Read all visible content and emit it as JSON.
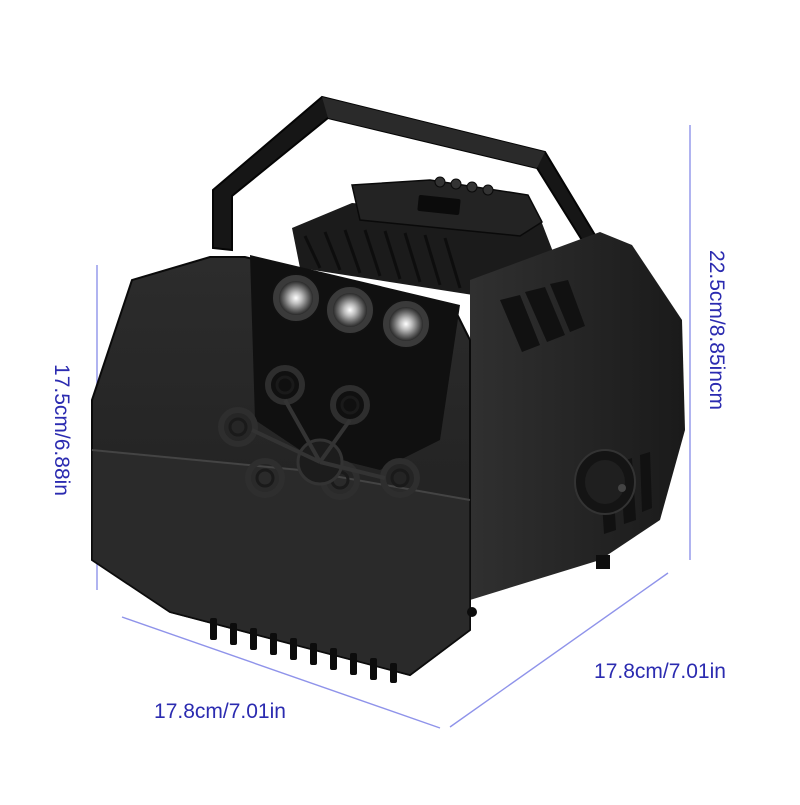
{
  "dimensions": {
    "height_left": "17.5cm/6.88in",
    "height_right": "22.5cm/8.85incm",
    "width_front": "17.8cm/7.01in",
    "depth_side": "17.8cm/7.01in"
  },
  "colors": {
    "dimension_text": "#2b2bb0",
    "dimension_line": "#8f93ea",
    "body": "#262626",
    "body_dark": "#121212",
    "body_light": "#3a3a3a",
    "led_glow": "#cfcfcf"
  },
  "product": {
    "subject": "bubble-machine",
    "led_count": 3,
    "wand_count": 6,
    "control_button_count": 4
  }
}
